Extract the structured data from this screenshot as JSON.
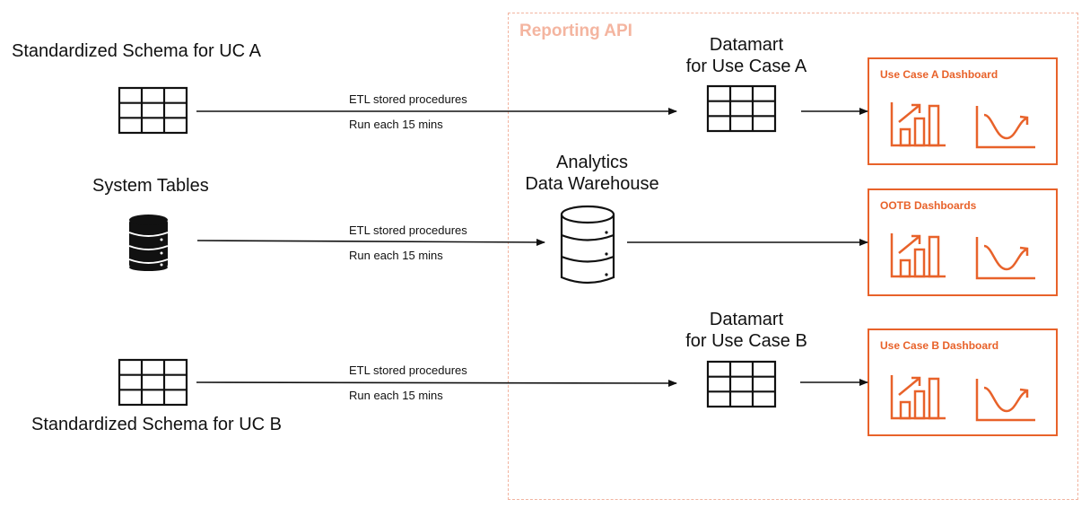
{
  "reporting_api": {
    "title": "Reporting API"
  },
  "sources": {
    "uc_a": {
      "label": "Standardized Schema for UC A"
    },
    "system_tables": {
      "label": "System Tables"
    },
    "uc_b": {
      "label": "Standardized Schema for UC B"
    }
  },
  "flows": {
    "etl_a": {
      "line1": "ETL stored procedures",
      "line2": "Run each 15 mins"
    },
    "etl_sys": {
      "line1": "ETL stored procedures",
      "line2": "Run each 15 mins"
    },
    "etl_b": {
      "line1": "ETL stored procedures",
      "line2": "Run each 15 mins"
    }
  },
  "targets": {
    "datamart_a": {
      "line1": "Datamart",
      "line2": "for Use Case A"
    },
    "warehouse": {
      "line1": "Analytics",
      "line2": "Data Warehouse"
    },
    "datamart_b": {
      "line1": "Datamart",
      "line2": "for Use Case B"
    }
  },
  "dashboards": {
    "a": {
      "title": "Use Case A Dashboard"
    },
    "ootb": {
      "title": "OOTB Dashboards"
    },
    "b": {
      "title": "Use Case B Dashboard"
    }
  },
  "colors": {
    "accent": "#e8622a",
    "api_border": "#f2b4a0",
    "api_title": "#f4b5a0",
    "ink": "#111111"
  },
  "icons": {
    "table": "table-grid-icon",
    "database": "database-icon",
    "bar_chart": "bar-chart-trend-icon",
    "line_chart": "line-chart-icon"
  }
}
